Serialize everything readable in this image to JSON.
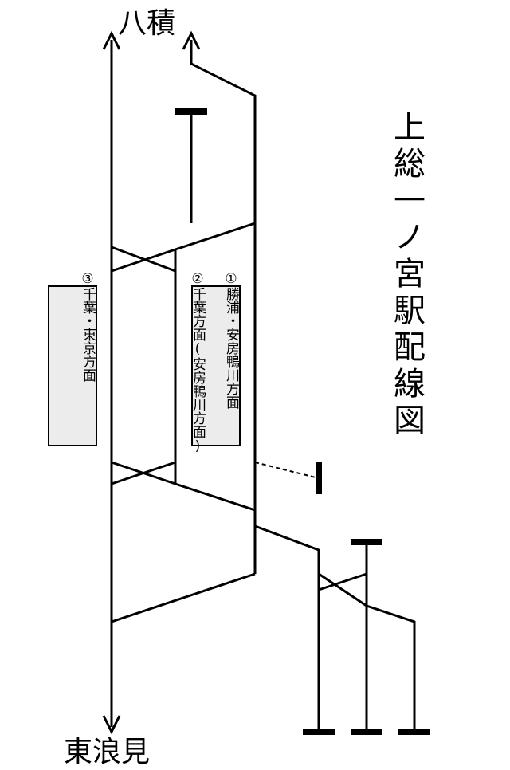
{
  "title": "上総一ノ宮駅配線図",
  "directions": {
    "north": "八積",
    "south": "東浪見"
  },
  "platforms": [
    {
      "track": "③",
      "destination": "千葉・東京方面"
    },
    {
      "track": "②",
      "destination": "千葉方面(安房鴨川方面)"
    },
    {
      "track": "①",
      "destination": "勝浦・安房鴨川方面"
    }
  ]
}
